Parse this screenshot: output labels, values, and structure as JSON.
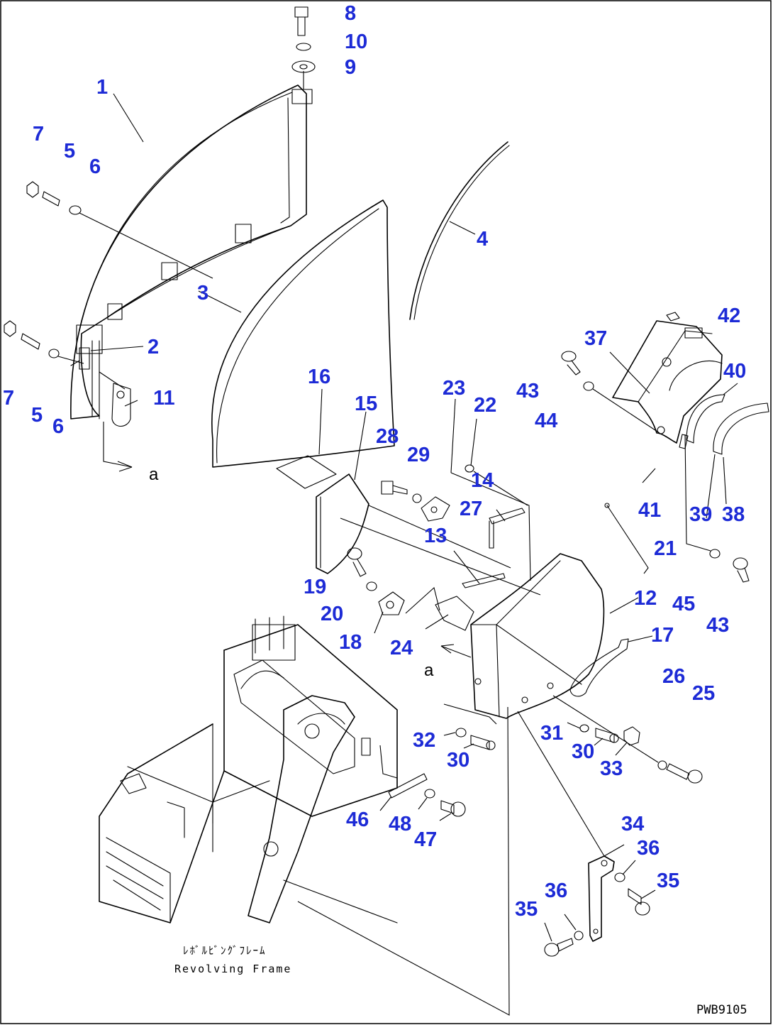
{
  "figure": {
    "drawing_number": "PWB9105",
    "caption_jp": "ﾚﾎﾞﾙﾋﾞﾝｸﾞﾌﾚｰﾑ",
    "caption_en": "Revolving Frame",
    "view_mark": "a"
  },
  "callouts": [
    {
      "id": "c1",
      "text": "1"
    },
    {
      "id": "c2",
      "text": "2"
    },
    {
      "id": "c3",
      "text": "3"
    },
    {
      "id": "c4",
      "text": "4"
    },
    {
      "id": "c5a",
      "text": "5"
    },
    {
      "id": "c5b",
      "text": "5"
    },
    {
      "id": "c6a",
      "text": "6"
    },
    {
      "id": "c6b",
      "text": "6"
    },
    {
      "id": "c7a",
      "text": "7"
    },
    {
      "id": "c7b",
      "text": "7"
    },
    {
      "id": "c8",
      "text": "8"
    },
    {
      "id": "c9",
      "text": "9"
    },
    {
      "id": "c10",
      "text": "10"
    },
    {
      "id": "c11",
      "text": "11"
    },
    {
      "id": "c12",
      "text": "12"
    },
    {
      "id": "c13",
      "text": "13"
    },
    {
      "id": "c14",
      "text": "14"
    },
    {
      "id": "c15",
      "text": "15"
    },
    {
      "id": "c16",
      "text": "16"
    },
    {
      "id": "c17",
      "text": "17"
    },
    {
      "id": "c18",
      "text": "18"
    },
    {
      "id": "c19",
      "text": "19"
    },
    {
      "id": "c20",
      "text": "20"
    },
    {
      "id": "c21",
      "text": "21"
    },
    {
      "id": "c22",
      "text": "22"
    },
    {
      "id": "c23",
      "text": "23"
    },
    {
      "id": "c24",
      "text": "24"
    },
    {
      "id": "c25",
      "text": "25"
    },
    {
      "id": "c26",
      "text": "26"
    },
    {
      "id": "c27",
      "text": "27"
    },
    {
      "id": "c28",
      "text": "28"
    },
    {
      "id": "c29",
      "text": "29"
    },
    {
      "id": "c30a",
      "text": "30"
    },
    {
      "id": "c30b",
      "text": "30"
    },
    {
      "id": "c31",
      "text": "31"
    },
    {
      "id": "c32",
      "text": "32"
    },
    {
      "id": "c33",
      "text": "33"
    },
    {
      "id": "c34",
      "text": "34"
    },
    {
      "id": "c35a",
      "text": "35"
    },
    {
      "id": "c35b",
      "text": "35"
    },
    {
      "id": "c36a",
      "text": "36"
    },
    {
      "id": "c36b",
      "text": "36"
    },
    {
      "id": "c37",
      "text": "37"
    },
    {
      "id": "c38",
      "text": "38"
    },
    {
      "id": "c39",
      "text": "39"
    },
    {
      "id": "c40",
      "text": "40"
    },
    {
      "id": "c41",
      "text": "41"
    },
    {
      "id": "c42",
      "text": "42"
    },
    {
      "id": "c43a",
      "text": "43"
    },
    {
      "id": "c43b",
      "text": "43"
    },
    {
      "id": "c44",
      "text": "44"
    },
    {
      "id": "c45",
      "text": "45"
    },
    {
      "id": "c46",
      "text": "46"
    },
    {
      "id": "c47",
      "text": "47"
    },
    {
      "id": "c48",
      "text": "48"
    }
  ],
  "colors": {
    "callout": "#1d2bd6",
    "line": "#000000",
    "background": "#ffffff"
  }
}
